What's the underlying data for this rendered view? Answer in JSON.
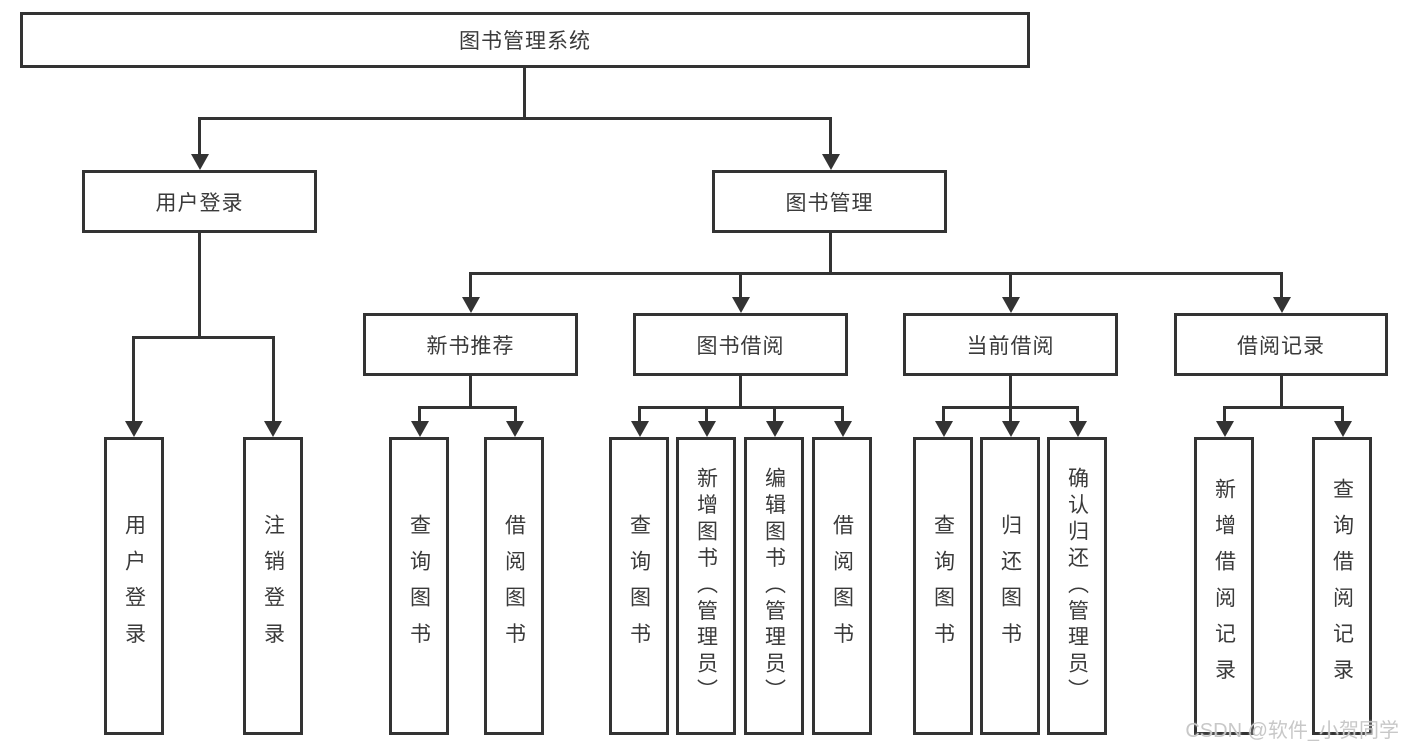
{
  "tree": {
    "root": {
      "label": "图书管理系统",
      "children": [
        {
          "label": "用户登录",
          "children": [
            {
              "label": "用户登录"
            },
            {
              "label": "注销登录"
            }
          ]
        },
        {
          "label": "图书管理",
          "children": [
            {
              "label": "新书推荐",
              "children": [
                {
                  "label": "查询图书"
                },
                {
                  "label": "借阅图书"
                }
              ]
            },
            {
              "label": "图书借阅",
              "children": [
                {
                  "label": "查询图书"
                },
                {
                  "label": "新增图书（管理员）"
                },
                {
                  "label": "编辑图书（管理员）"
                },
                {
                  "label": "借阅图书"
                }
              ]
            },
            {
              "label": "当前借阅",
              "children": [
                {
                  "label": "查询图书"
                },
                {
                  "label": "归还图书"
                },
                {
                  "label": "确认归还（管理员）"
                }
              ]
            },
            {
              "label": "借阅记录",
              "children": [
                {
                  "label": "新增借阅记录"
                },
                {
                  "label": "查询借阅记录"
                }
              ]
            }
          ]
        }
      ]
    }
  },
  "watermark": {
    "text": "CSDN @软件_小贺同学"
  },
  "colors": {
    "line": "#333333",
    "text": "#3a3a3a",
    "background": "#ffffff",
    "watermark": "#c8c8c8"
  }
}
